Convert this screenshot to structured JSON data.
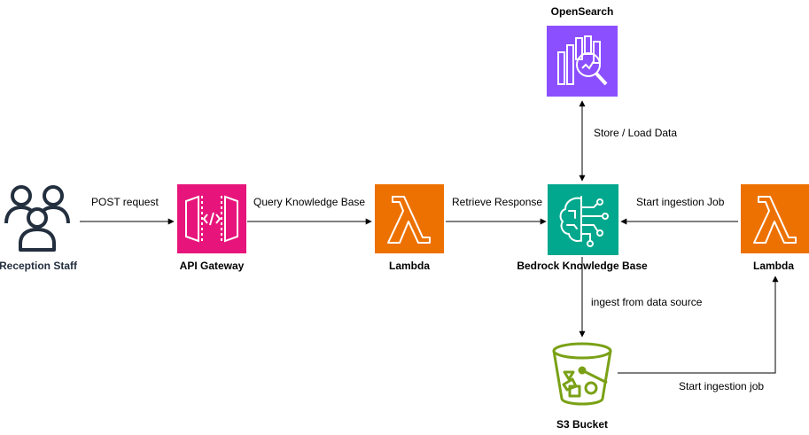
{
  "nodes": {
    "reception_staff": {
      "label": "Reception Staff",
      "color": "#232f3e"
    },
    "api_gateway": {
      "label": "API Gateway",
      "color": "#e7157b"
    },
    "lambda_query": {
      "label": "Lambda",
      "color": "#ed7100"
    },
    "bedrock_kb": {
      "label": "Bedrock Knowledge Base",
      "color": "#01a88d"
    },
    "opensearch": {
      "label": "OpenSearch",
      "color": "#8c4fff"
    },
    "lambda_ingest": {
      "label": "Lambda",
      "color": "#ed7100"
    },
    "s3_bucket": {
      "label": "S3 Bucket",
      "color": "#7aa116"
    }
  },
  "edges": {
    "post_request": "POST request",
    "query_kb": "Query Knowledge Base",
    "retrieve_response": "Retrieve Response",
    "store_load": "Store / Load Data",
    "start_ingestion_job_upper": "Start ingestion Job",
    "ingest_from_source": "ingest from data source",
    "start_ingestion_job_lower": "Start ingestion job"
  },
  "icons": {
    "reception_staff": "users-icon",
    "api_gateway": "api-gateway-icon",
    "lambda": "lambda-icon",
    "bedrock": "bedrock-brain-icon",
    "opensearch": "opensearch-icon",
    "s3": "s3-bucket-icon"
  }
}
